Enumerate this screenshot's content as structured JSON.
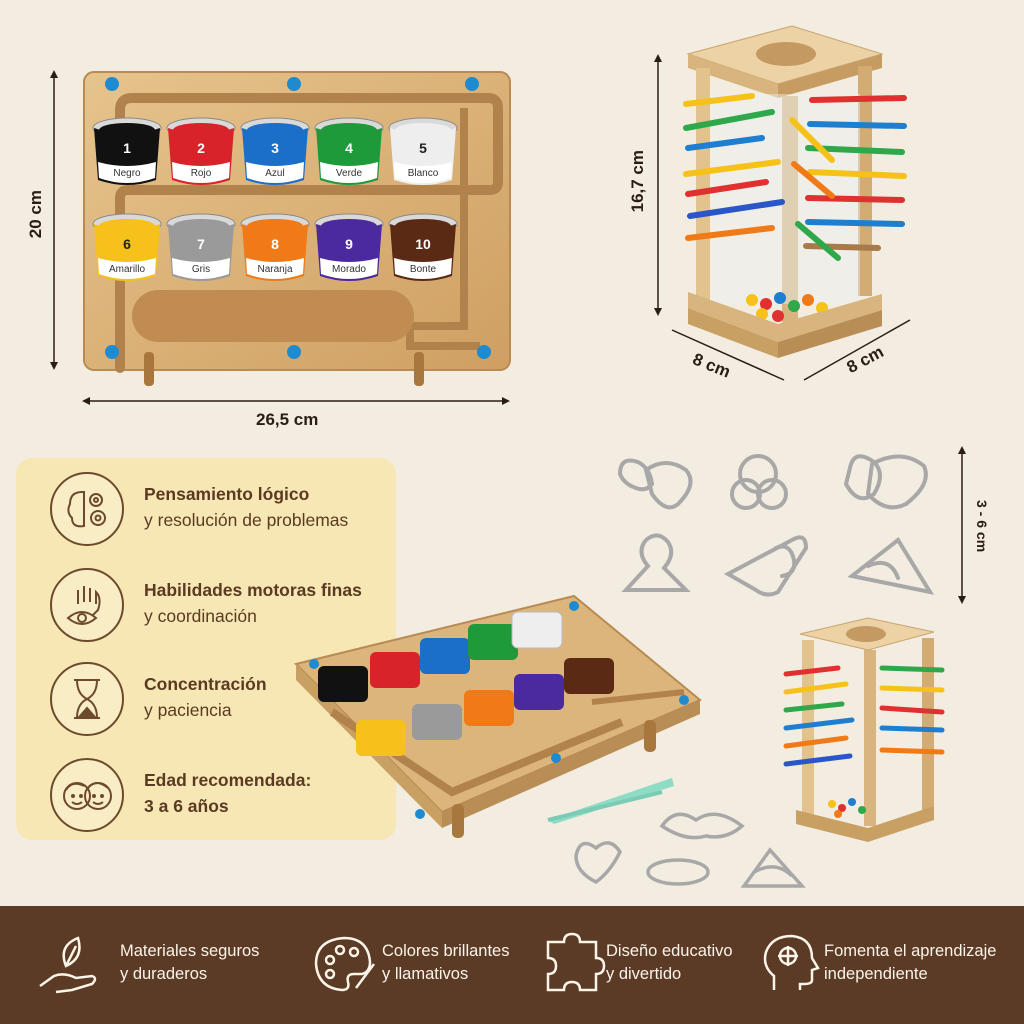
{
  "dimensions": {
    "board_height": "20 cm",
    "board_width": "26,5 cm",
    "tower_height": "16,7 cm",
    "tower_depth": "8 cm",
    "tower_width": "8 cm",
    "puzzle_size": "3 - 6 cm"
  },
  "board_cups_top": [
    {
      "num": "1",
      "label": "Negro",
      "color": "#111111"
    },
    {
      "num": "2",
      "label": "Rojo",
      "color": "#d8232a"
    },
    {
      "num": "3",
      "label": "Azul",
      "color": "#1b6fc9"
    },
    {
      "num": "4",
      "label": "Verde",
      "color": "#1f9a3a"
    },
    {
      "num": "5",
      "label": "Blanco",
      "color": "#eeeeee"
    }
  ],
  "board_cups_bottom": [
    {
      "num": "6",
      "label": "Amarillo",
      "color": "#f5c11a"
    },
    {
      "num": "7",
      "label": "Gris",
      "color": "#9a9a9a"
    },
    {
      "num": "8",
      "label": "Naranja",
      "color": "#f07a17"
    },
    {
      "num": "9",
      "label": "Morado",
      "color": "#4b2aa0"
    },
    {
      "num": "10",
      "label": "Bonte",
      "color": "#5a2a14"
    }
  ],
  "features": [
    {
      "title": "Pensamiento lógico",
      "subtitle": "y resolución de problemas",
      "icon": "brain-gears-icon"
    },
    {
      "title": "Habilidades motoras finas",
      "subtitle": "y coordinación",
      "icon": "hand-eye-icon"
    },
    {
      "title": "Concentración",
      "subtitle": "y paciencia",
      "icon": "hourglass-icon"
    },
    {
      "title": "Edad recomendada:",
      "subtitle": "3 a 6 años",
      "icon": "kids-faces-icon"
    }
  ],
  "footer_items": [
    {
      "line1": "Materiales seguros",
      "line2": "y duraderos",
      "icon": "leaf-hand-icon"
    },
    {
      "line1": "Colores brillantes",
      "line2": "y llamativos",
      "icon": "palette-icon"
    },
    {
      "line1": "Diseño educativo",
      "line2": "y divertido",
      "icon": "puzzle-icon"
    },
    {
      "line1": "Fomenta el aprendizaje",
      "line2": "independiente",
      "icon": "head-idea-icon"
    }
  ],
  "colors": {
    "background": "#f3ece0",
    "panel": "#f7e7b4",
    "footer": "#5b3a26",
    "wood": "#dcb57d"
  }
}
